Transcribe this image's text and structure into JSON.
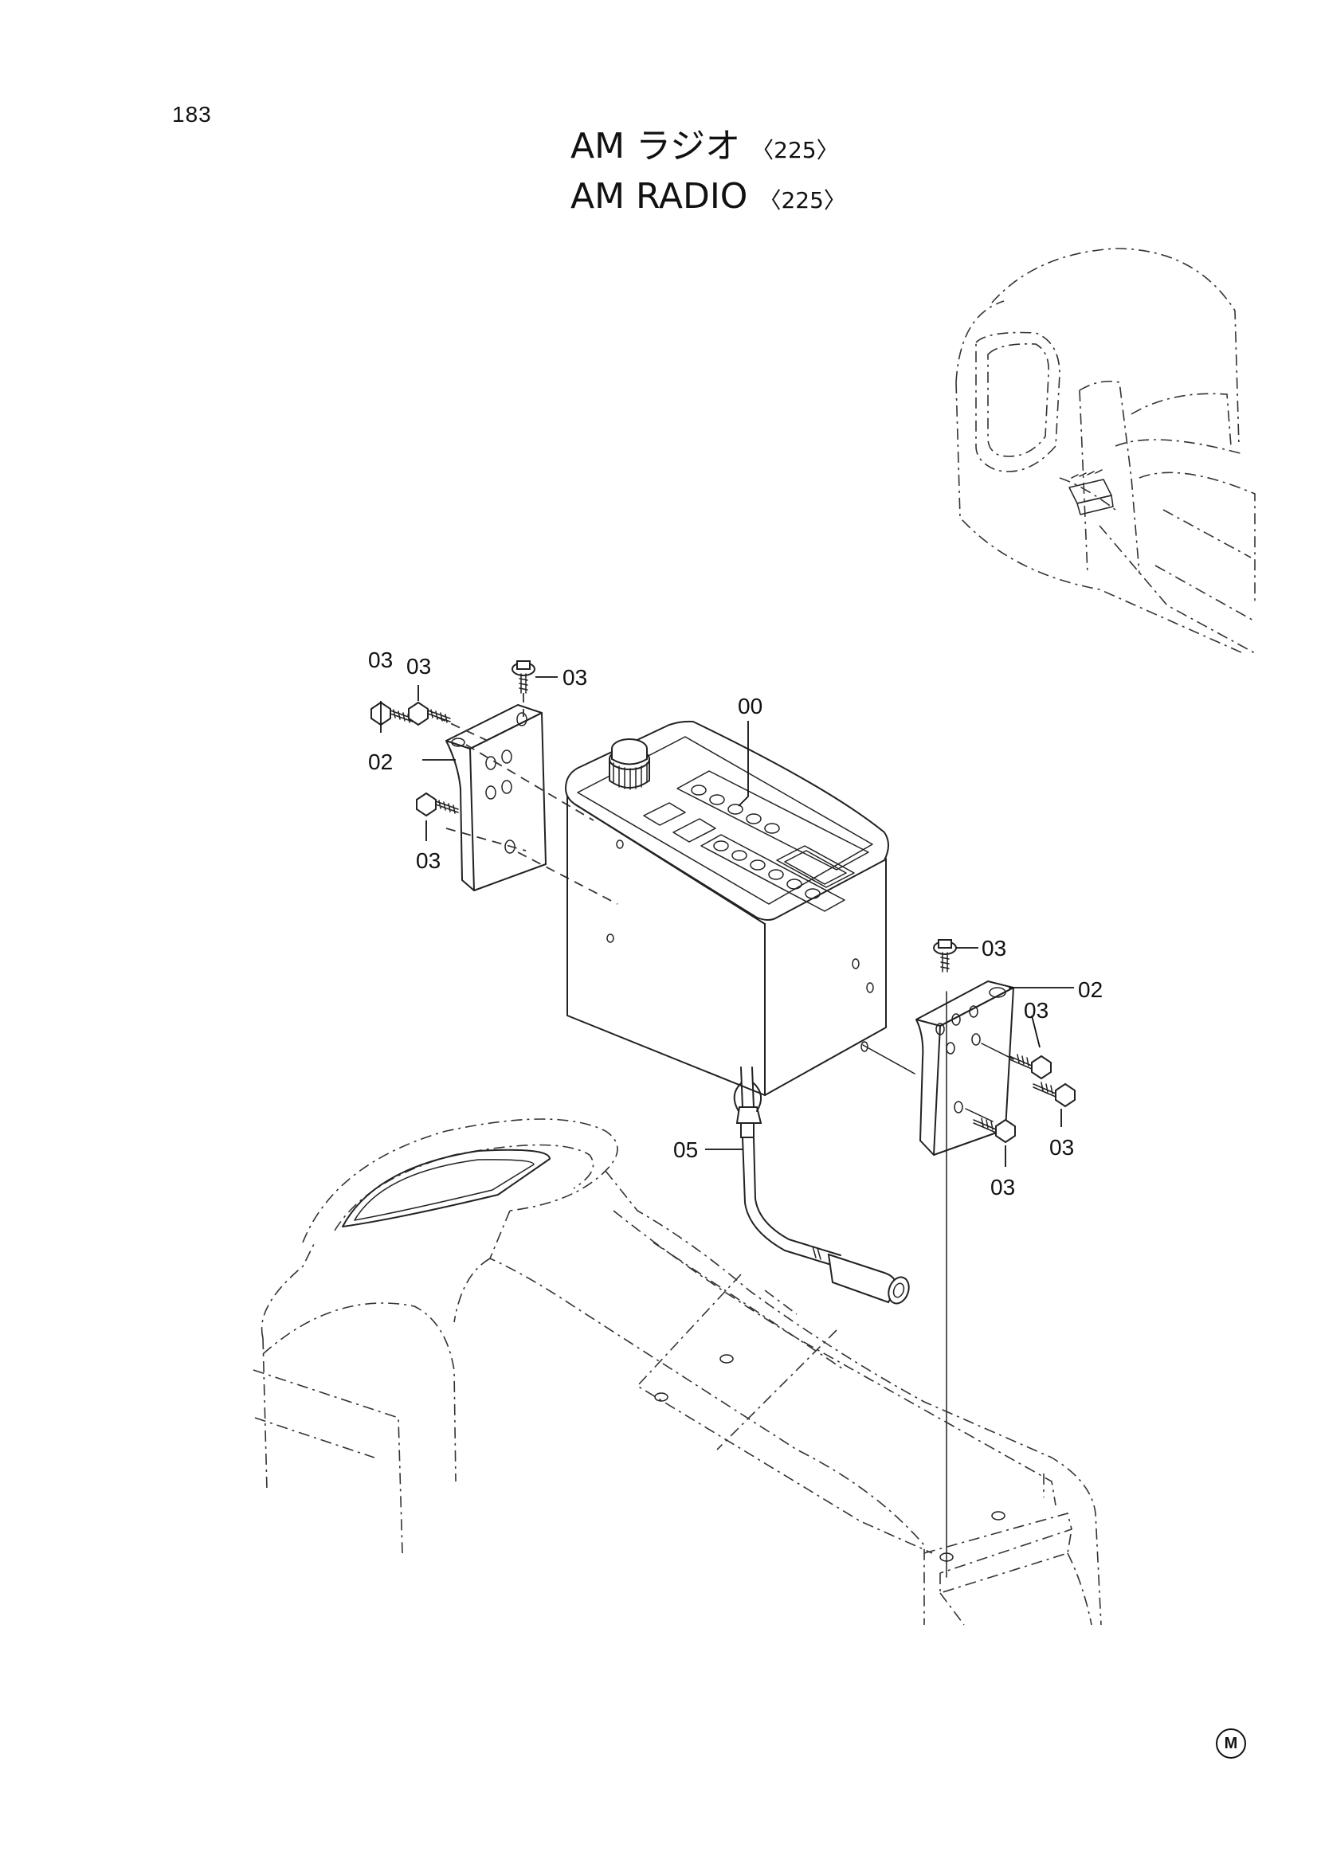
{
  "page_number": "183",
  "title": {
    "japanese": {
      "text": "AM ラジオ",
      "code": "〈225〉"
    },
    "english": {
      "text": "AM RADIO",
      "code": "〈225〉"
    }
  },
  "callouts": {
    "c00": "00",
    "c02_left": "02",
    "c02_right": "02",
    "c03_a": "03",
    "c03_b": "03",
    "c03_c": "03",
    "c03_d": "03",
    "c03_e": "03",
    "c03_f": "03",
    "c03_g": "03",
    "c03_h": "03",
    "c05": "05"
  },
  "logo_mark": "M"
}
